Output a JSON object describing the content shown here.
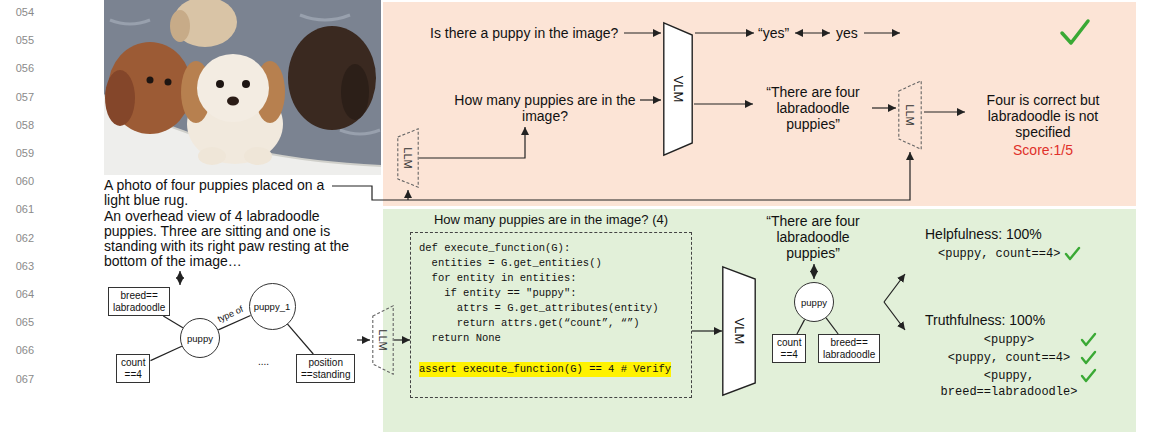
{
  "diagram": {
    "nodes": [
      {
        "text": [
          "VLM"
        ]
      },
      {
        "text": [
          "LLM"
        ]
      },
      {
        "text": [
          "LLM"
        ]
      },
      {
        "text": [
          "puppy_1"
        ]
      },
      {
        "text": [
          "puppy"
        ]
      },
      {
        "text": [
          "breed== labradoodle"
        ]
      },
      {
        "text": [
          "count ==4"
        ]
      },
      {
        "text": [
          "position ==standing"
        ]
      },
      {
        "text": [
          "LLM"
        ]
      },
      {
        "text": [
          "How many puppies are in the image? (4)",
          "def execute_function(G):",
          "  entities = G.get_entities()",
          "  for entity in entities:",
          "    if entity == \"puppy\":",
          "      attrs = G.get_attributes(entity)",
          "      return attrs.get(“count”, “”)",
          "  return None",
          "assert execute_function(G) == 4 # Verify"
        ]
      },
      {
        "text": [
          "VLM"
        ]
      },
      {
        "text": [
          "puppy"
        ]
      },
      {
        "text": [
          "count ==4"
        ]
      },
      {
        "text": [
          "breed== labradoodle"
        ]
      }
    ],
    "edges": [
      {
        "from": 3,
        "to": 4,
        "label": "type of",
        "arrow": "none"
      },
      {
        "from": 4,
        "to": 5,
        "arrow": "none"
      },
      {
        "from": 4,
        "to": 6,
        "arrow": "none"
      },
      {
        "from": 3,
        "to": 7,
        "arrow": "none"
      },
      {
        "from": 8,
        "to": 9,
        "arrow": "to"
      },
      {
        "from": 9,
        "to": 10,
        "arrow": "to"
      },
      {
        "from": 11,
        "to": 12,
        "arrow": "none"
      },
      {
        "from": 11,
        "to": 13,
        "arrow": "none"
      }
    ],
    "labels": [
      "054",
      "055",
      "056",
      "057",
      "058",
      "059",
      "060",
      "061",
      "062",
      "063",
      "064",
      "065",
      "066",
      "067",
      "A photo of four puppies placed on a light blue rug.",
      "Is there a puppy in the image?",
      "How many puppies are in the image?",
      "“yes”",
      "yes",
      "“There are four labradoodle puppies”",
      "Four is correct but labradoodle is not specified",
      "Score:1/5",
      "An overhead view of 4 labradoodle puppies. Three are sitting and one is standing with its right paw resting at the bottom of the image…",
      "....",
      "“There are four labradoodle puppies”",
      "Helpfulness: 100%",
      "<puppy, count==4>",
      "Truthfulness: 100%",
      "<puppy>",
      "<puppy, count==4>",
      "<puppy, breed==labradoodle>"
    ]
  }
}
